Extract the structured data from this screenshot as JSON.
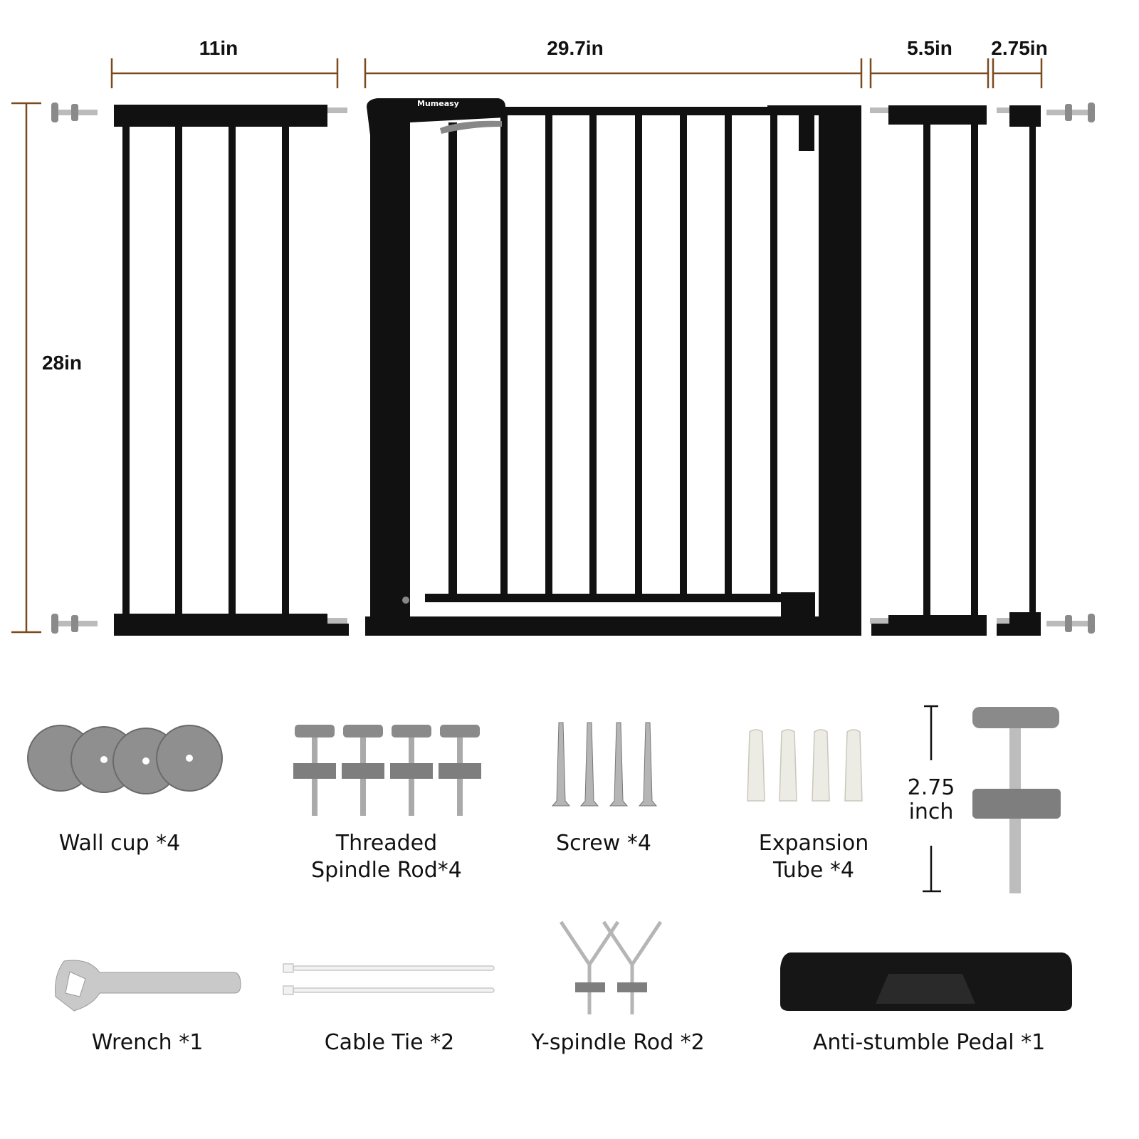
{
  "dimensions": {
    "left_extension_width": "11in",
    "gate_width": "29.7in",
    "mid_extension_width": "5.5in",
    "small_extension_width": "2.75in",
    "height": "28in"
  },
  "brand": "Mumeasy",
  "accessories": [
    {
      "label": "Wall cup *4"
    },
    {
      "label_line1": "Threaded",
      "label_line2": "Spindle Rod*4"
    },
    {
      "label": "Screw *4"
    },
    {
      "label_line1": "Expansion",
      "label_line2": "Tube *4"
    },
    {
      "label": "Wrench *1"
    },
    {
      "label": "Cable Tie *2"
    },
    {
      "label": "Y-spindle Rod *2"
    },
    {
      "label": "Anti-stumble Pedal *1"
    }
  ],
  "spindle_size": {
    "line1": "2.75",
    "line2": "inch"
  },
  "colors": {
    "dimension_line": "#7a4a1e",
    "gate": "#111111",
    "accessory_gray": "#8a8a8a"
  }
}
